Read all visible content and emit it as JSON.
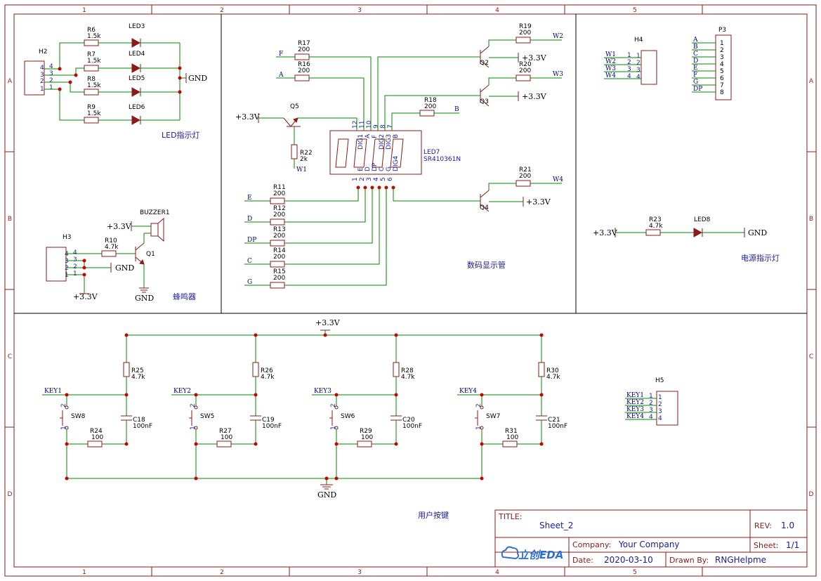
{
  "frame": {
    "col_labels": [
      "1",
      "2",
      "3",
      "4",
      "5"
    ],
    "row_labels": [
      "A",
      "B",
      "C",
      "D"
    ]
  },
  "sections": {
    "led": "LED指示灯",
    "buzzer": "蜂鸣器",
    "display": "数码显示管",
    "power": "电源指示灯",
    "keys": "用户按键"
  },
  "components": {
    "h2": "H2",
    "h3": "H3",
    "h4": "H4",
    "h5": "H5",
    "p3": "P3",
    "r6": [
      "R6",
      "1.5k"
    ],
    "r7": [
      "R7",
      "1.5k"
    ],
    "r8": [
      "R8",
      "1.5k"
    ],
    "r9": [
      "R9",
      "1.5k"
    ],
    "led3": "LED3",
    "led4": "LED4",
    "led5": "LED5",
    "led6": "LED6",
    "led8": "LED8",
    "buzzer1": "BUZZER1",
    "q1": "Q1",
    "r10": [
      "R10",
      "4.7k"
    ],
    "r17": [
      "R17",
      "200"
    ],
    "r16": [
      "R16",
      "200"
    ],
    "q5": "Q5",
    "r22": [
      "R22",
      "2k"
    ],
    "led7": [
      "LED7",
      "SR410361N"
    ],
    "r11": [
      "R11",
      "200"
    ],
    "r12": [
      "R12",
      "200"
    ],
    "r13": [
      "R13",
      "200"
    ],
    "r14": [
      "R14",
      "200"
    ],
    "r15": [
      "R15",
      "200"
    ],
    "r18": [
      "R18",
      "200"
    ],
    "r19": [
      "R19",
      "200"
    ],
    "r20": [
      "R20",
      "200"
    ],
    "r21": [
      "R21",
      "200"
    ],
    "q2": "Q2",
    "q3": "Q3",
    "q4": "Q4",
    "r23": [
      "R23",
      "4.7k"
    ],
    "r25": [
      "R25",
      "4.7k"
    ],
    "r26": [
      "R26",
      "4.7k"
    ],
    "r28": [
      "R28",
      "4.7k"
    ],
    "r30": [
      "R30",
      "4.7k"
    ],
    "c18": [
      "C18",
      "100nF"
    ],
    "c19": [
      "C19",
      "100nF"
    ],
    "c20": [
      "C20",
      "100nF"
    ],
    "c21": [
      "C21",
      "100nF"
    ],
    "r24": [
      "R24",
      "100"
    ],
    "r27": [
      "R27",
      "100"
    ],
    "r29": [
      "R29",
      "100"
    ],
    "r31": [
      "R31",
      "100"
    ],
    "sw8": "SW8",
    "sw5": "SW5",
    "sw6": "SW6",
    "sw7": "SW7"
  },
  "nets": {
    "gnd": "GND",
    "vcc": "+3.3V",
    "w1": "W1",
    "w2": "W2",
    "w3": "W3",
    "w4": "W4",
    "a": "A",
    "b": "B",
    "c": "C",
    "d": "D",
    "e": "E",
    "f": "F",
    "g": "G",
    "dp": "DP",
    "key1": "KEY1",
    "key2": "KEY2",
    "key3": "KEY3",
    "key4": "KEY4"
  },
  "title_block": {
    "title_label": "TITLE:",
    "title": "Sheet_2",
    "rev_label": "REV:",
    "rev": "1.0",
    "company_label": "Company:",
    "company": "Your Company",
    "sheet_label": "Sheet:",
    "sheet": "1/1",
    "date_label": "Date:",
    "date": "2020-03-10",
    "drawn_label": "Drawn By:",
    "drawn_by": "RNGHelpme",
    "logo": "立创EDA",
    "colors": {
      "frame": "#8b1a1a",
      "wire": "#008800",
      "text": "#1a1aa0",
      "junction": "#cc0000"
    }
  }
}
